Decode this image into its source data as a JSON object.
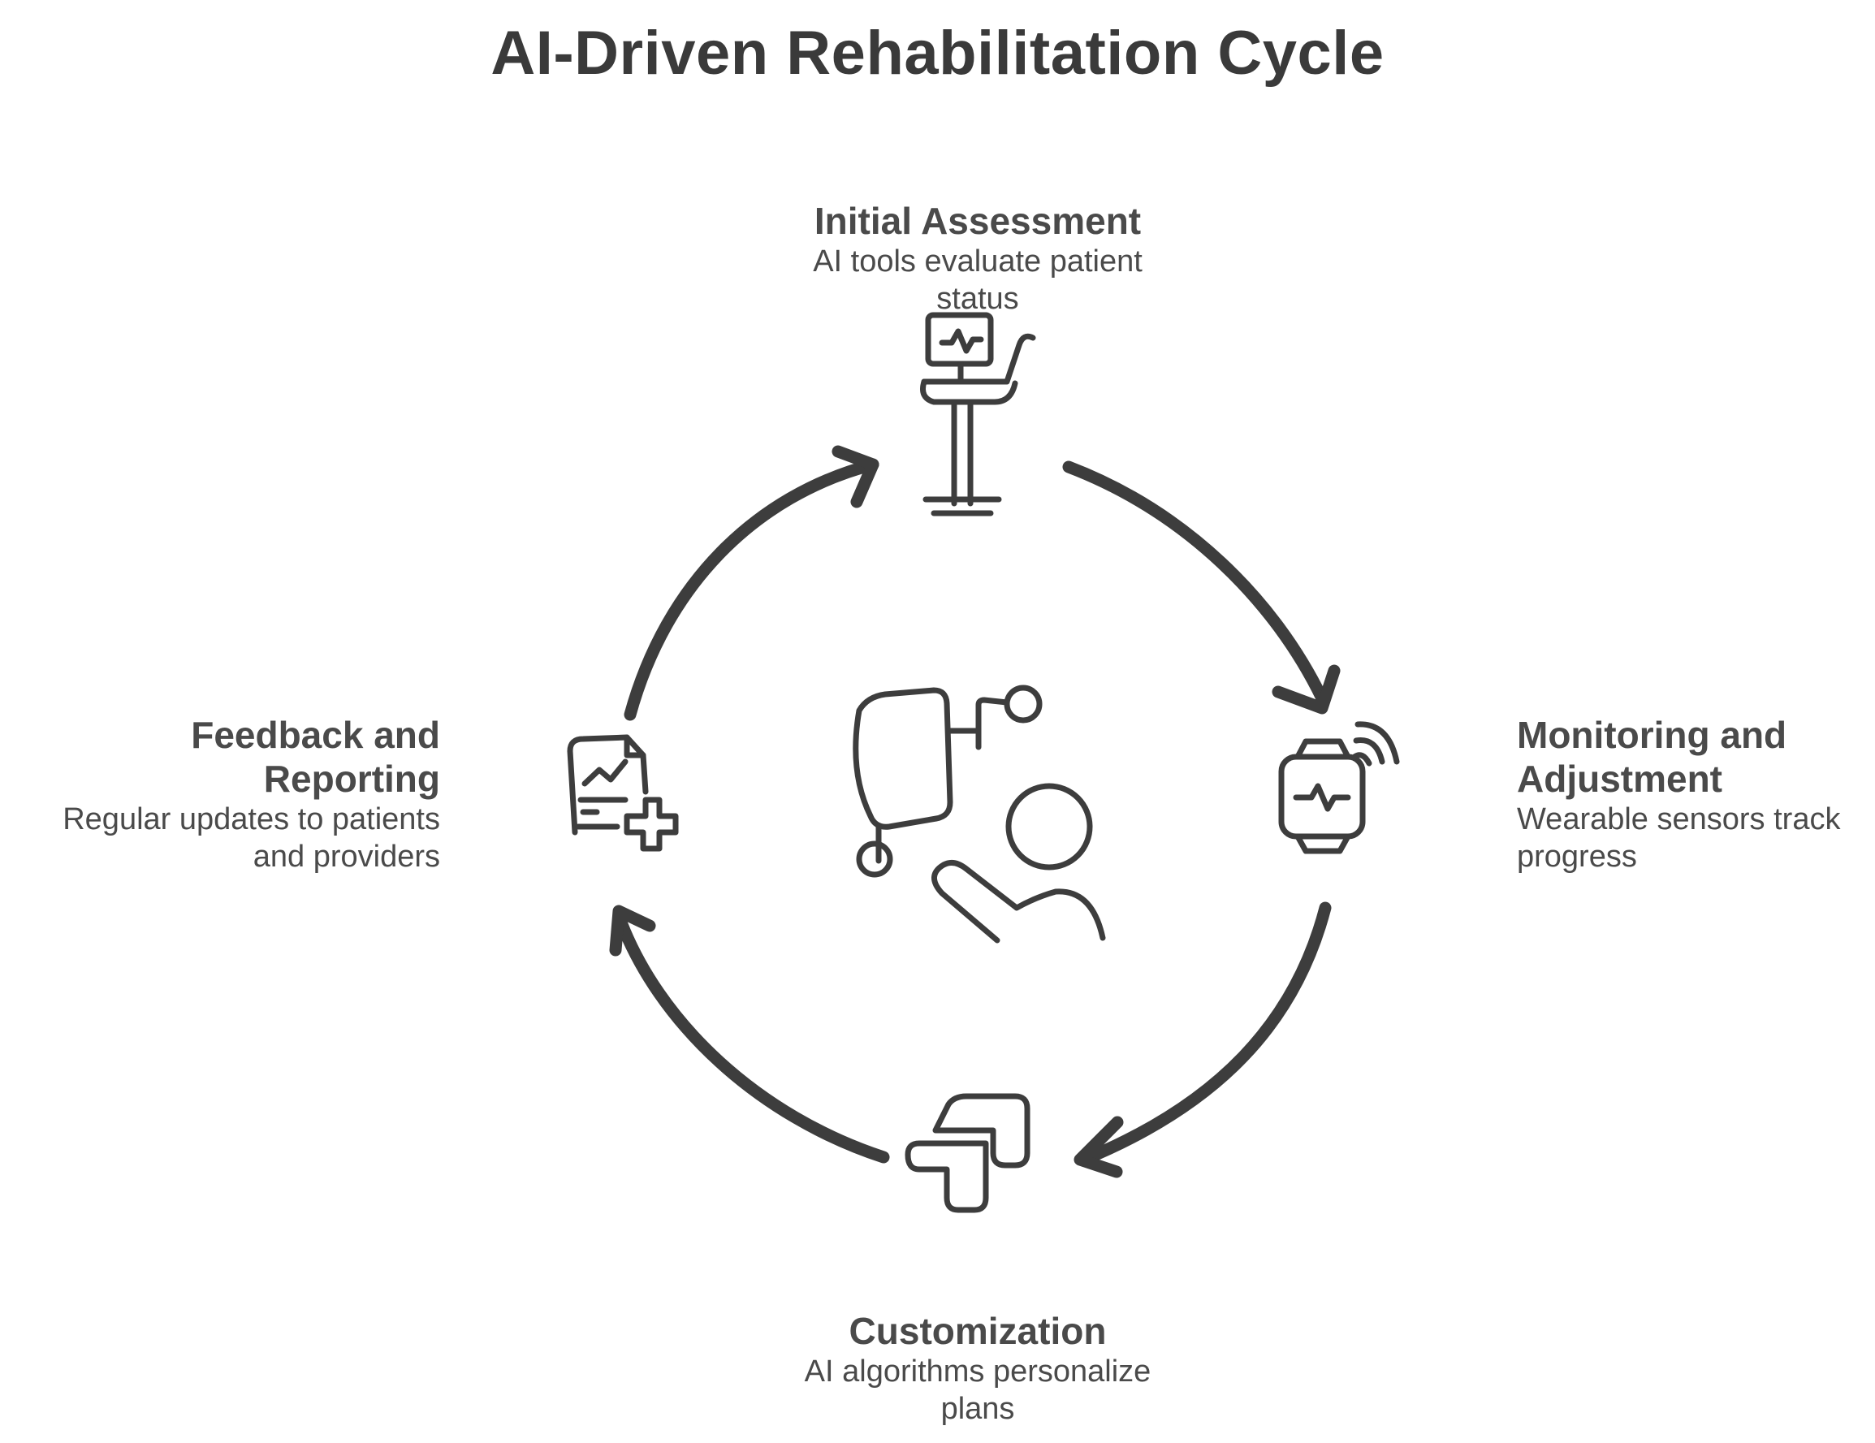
{
  "title": "AI-Driven Rehabilitation Cycle",
  "steps": {
    "initial": {
      "title": "Initial Assessment",
      "desc_lines": [
        "AI tools evaluate patient",
        "status"
      ],
      "icon": "monitor-chair-icon"
    },
    "monitor": {
      "title_lines": [
        "Monitoring and",
        "Adjustment"
      ],
      "desc_lines": [
        "Wearable sensors track",
        "progress"
      ],
      "icon": "smartwatch-icon"
    },
    "custom": {
      "title": "Customization",
      "desc_lines": [
        "AI algorithms personalize",
        "plans"
      ],
      "icon": "route-path-icon"
    },
    "feedback": {
      "title_lines": [
        "Feedback and",
        "Reporting"
      ],
      "desc_lines": [
        "Regular updates to patients",
        "and providers"
      ],
      "icon": "medical-report-icon"
    }
  },
  "center_icon": "patient-rehab-icon",
  "colors": {
    "stroke": "#3d3d3d",
    "text": "#4a4a4a",
    "background": "#ffffff"
  }
}
